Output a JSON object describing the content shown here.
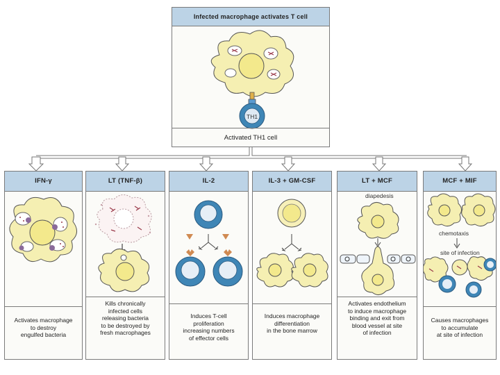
{
  "top": {
    "title": "Infected macrophage activates T cell",
    "cell_label": "TH1",
    "caption": "Activated TH1 cell"
  },
  "panels": [
    {
      "title": "IFN-γ",
      "caption": "Activates macrophage\nto destroy\nengulfed bacteria"
    },
    {
      "title": "LT (TNF-β)",
      "caption": "Kills chronically\ninfected cells\nreleasing bacteria\nto be destroyed by\nfresh macrophages"
    },
    {
      "title": "IL-2",
      "caption": "Induces T-cell\nproliferation\nincreasing numbers\nof effector cells"
    },
    {
      "title": "IL-3 + GM-CSF",
      "caption": "Induces macrophage\ndifferentiation\nin the bone marrow"
    },
    {
      "title": "LT + MCF",
      "caption": "Activates endothelium\nto induce macrophage\nbinding and exit from\nblood vessel at site\nof infection",
      "label_top": "diapedesis"
    },
    {
      "title": "MCF + MIF",
      "caption": "Causes macrophages\nto accumulate\nat site of infection",
      "label_mid": "chemotaxis",
      "label_site": "site of infection"
    }
  ],
  "colors": {
    "header": "#bcd3e6",
    "macrophage": "#f5efb2",
    "tcell": "#3f86b6",
    "bacteria": "#9a3a4a"
  }
}
